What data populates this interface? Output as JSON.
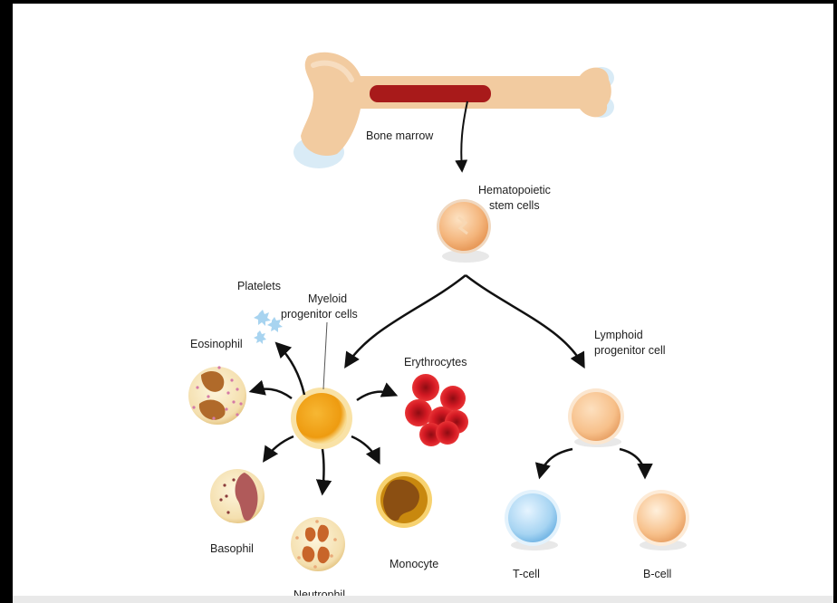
{
  "labels": {
    "bone_marrow": "Bone marrow",
    "hsc_line1": "Hematopoietic",
    "hsc_line2": "stem cells",
    "platelets": "Platelets",
    "myeloid_line1": "Myeloid",
    "myeloid_line2": "progenitor cells",
    "eosinophil": "Eosinophil",
    "erythrocytes": "Erythrocytes",
    "lymphoid_line1": "Lymphoid",
    "lymphoid_line2": "progenitor cell",
    "basophil": "Basophil",
    "neutrophil": "Neutrophil",
    "monocyte": "Monocyte",
    "t_cell": "T-cell",
    "b_cell": "B-cell"
  },
  "colors": {
    "bone": "#f2cba0",
    "marrow": "#a81a1a",
    "stem_cell": "#f4b57c",
    "myeloid": "#f2a51a",
    "erythrocyte": "#d31923",
    "lymphoid": "#f7c08a",
    "t_cell": "#9fd0f0",
    "b_cell": "#f7c08a",
    "arrow": "#111111"
  }
}
